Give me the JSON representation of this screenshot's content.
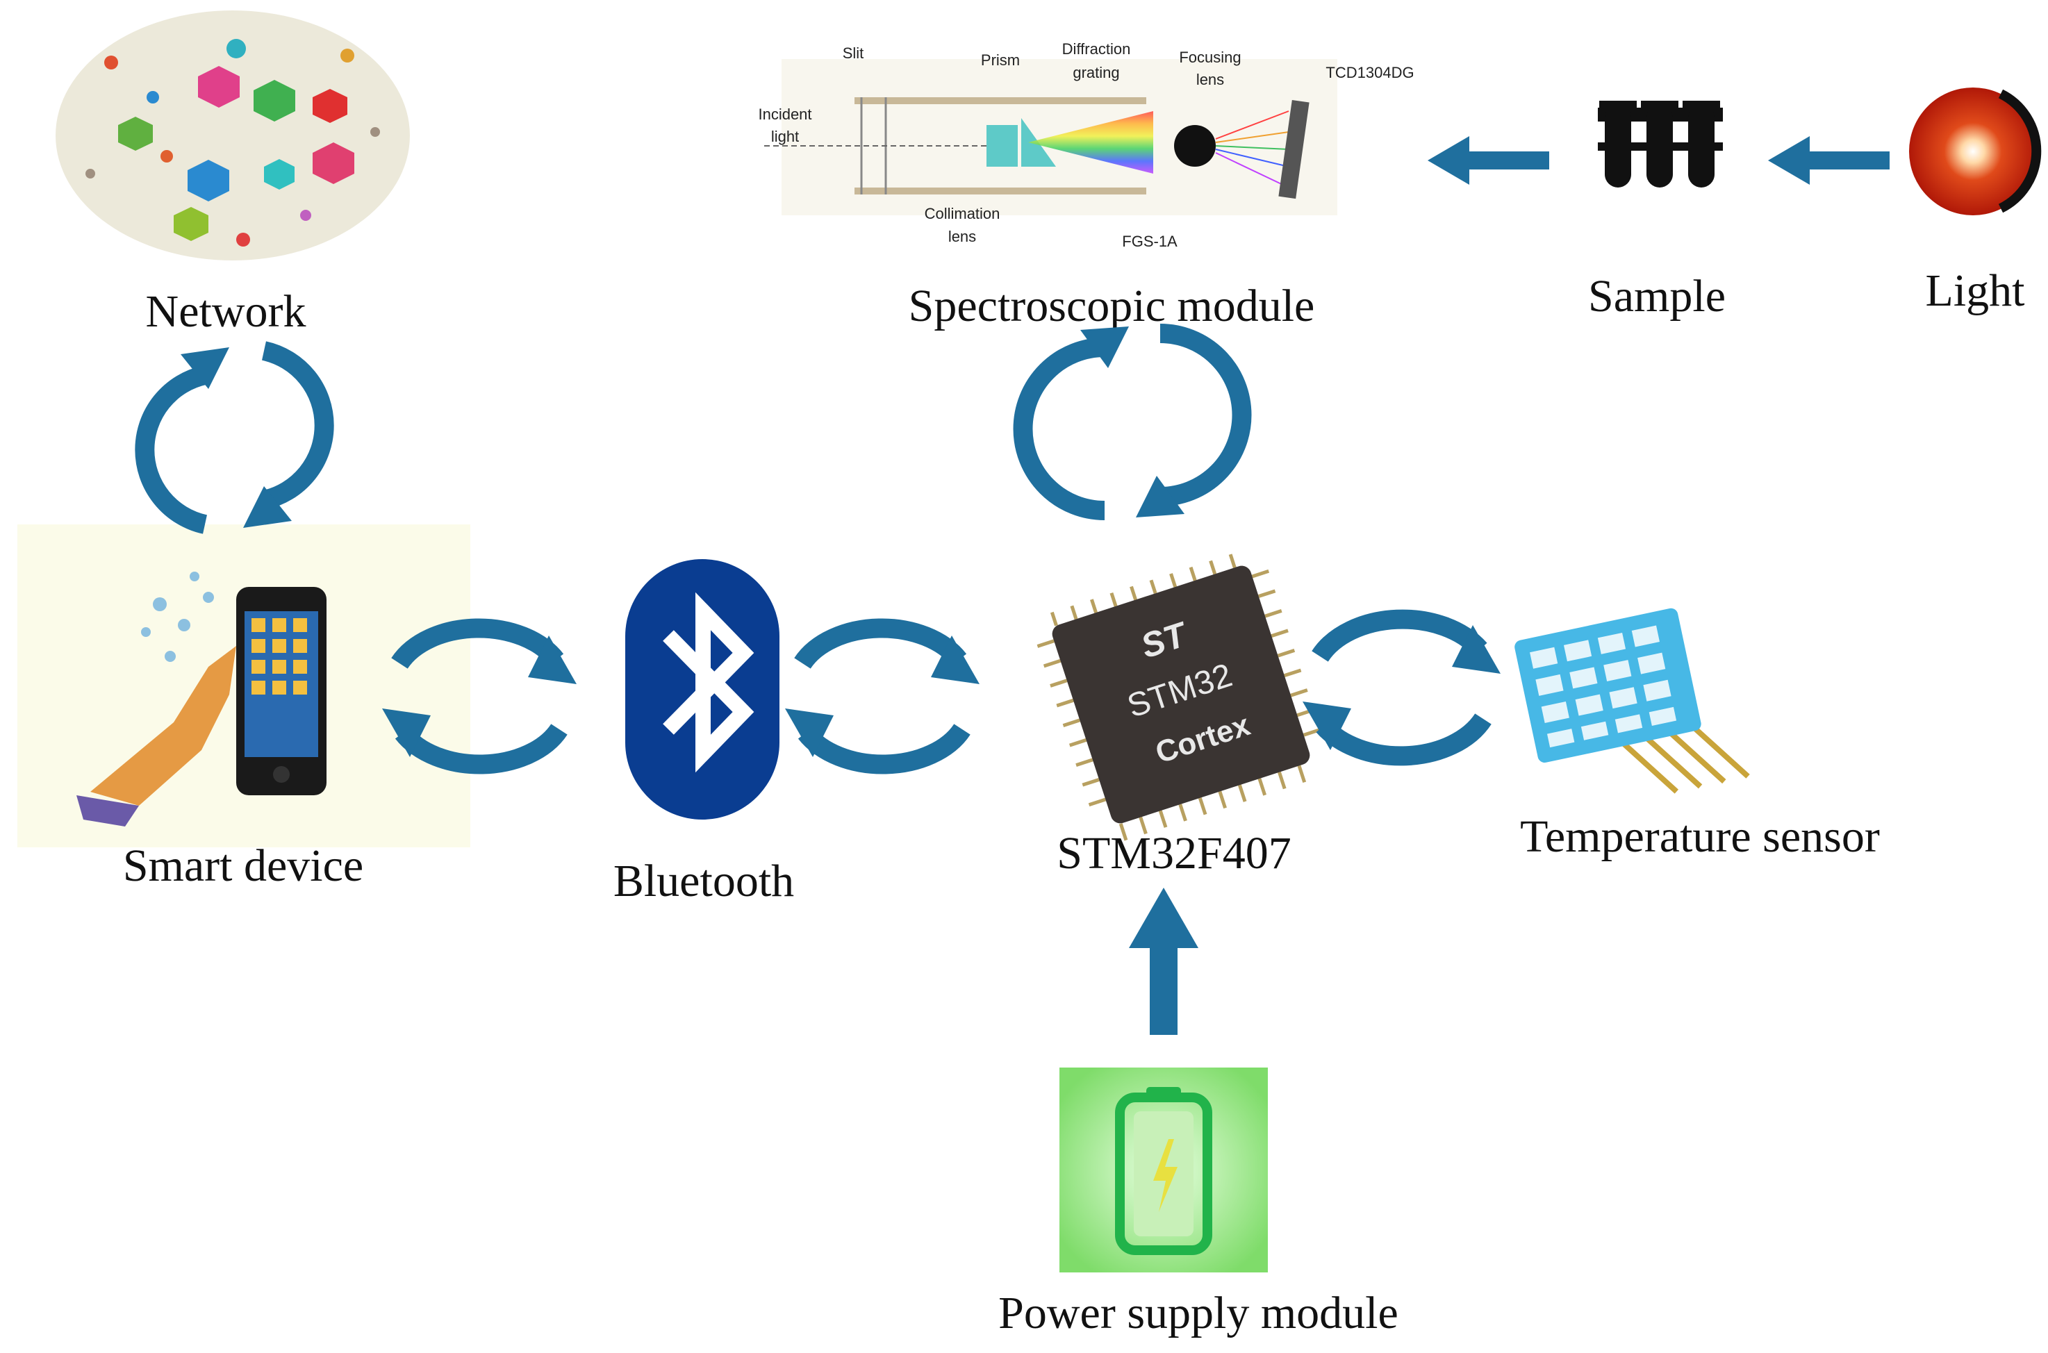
{
  "colors": {
    "arrow": "#1f6f9e",
    "bluetooth": "#0a3d91",
    "network_bg": "#ece9da",
    "smart_bg": "#fbfbe9",
    "power_bg": "#8fe07f",
    "battery": "#21b34a",
    "sensor": "#47b8e6",
    "chip": "#3a3432",
    "light": "#c42010"
  },
  "labels": {
    "network": "Network",
    "spectroscopic": "Spectroscopic module",
    "sample": "Sample",
    "light": "Light",
    "smart_device": "Smart device",
    "bluetooth": "Bluetooth",
    "mcu": "STM32F407",
    "temperature": "Temperature sensor",
    "power": "Power supply module"
  },
  "spectro": {
    "slit": "Slit",
    "prism": "Prism",
    "diffraction": [
      "Diffraction",
      "grating"
    ],
    "focusing": [
      "Focusing",
      "lens"
    ],
    "detector": "TCD1304DG",
    "incident": [
      "Incident",
      "light"
    ],
    "collimation": [
      "Collimation",
      "lens"
    ],
    "fgs": "FGS-1A"
  },
  "chip_text": {
    "brand": "ST",
    "model": "STM32",
    "core": "Cortex"
  },
  "icons": {
    "network": "network-graph-icon",
    "smart": "smartphone-touch-icon",
    "bluetooth": "bluetooth-icon",
    "chip": "microcontroller-chip-icon",
    "sensor": "temperature-sensor-icon",
    "sample": "test-tubes-icon",
    "light": "light-source-icon",
    "battery": "battery-charging-icon"
  }
}
